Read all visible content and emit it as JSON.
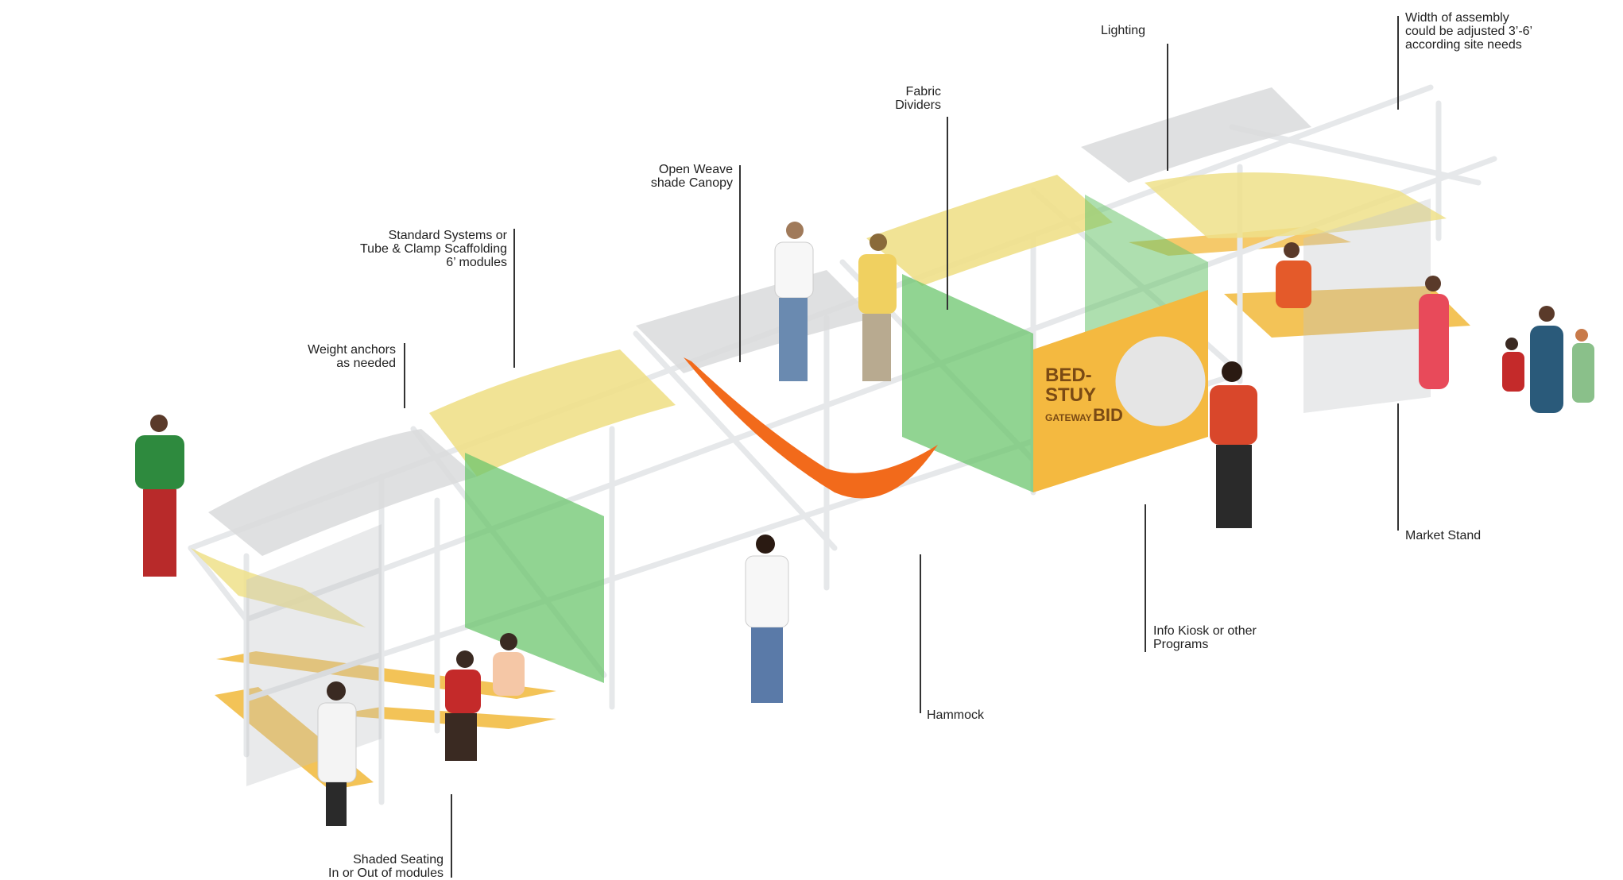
{
  "annotations": [
    {
      "id": "lighting",
      "lines": [
        "Lighting"
      ]
    },
    {
      "id": "width",
      "lines": [
        "Width of assembly",
        "could be adjusted 3’-6’",
        "according site needs"
      ]
    },
    {
      "id": "fabric-dividers",
      "lines": [
        "Fabric",
        "Dividers"
      ]
    },
    {
      "id": "canopy",
      "lines": [
        "Open Weave",
        "shade Canopy"
      ]
    },
    {
      "id": "scaffolding",
      "lines": [
        "Standard Systems or",
        "Tube & Clamp Scaffolding",
        "6’ modules"
      ]
    },
    {
      "id": "weight-anchors",
      "lines": [
        "Weight anchors",
        "as needed"
      ]
    },
    {
      "id": "hammock",
      "lines": [
        "Hammock"
      ]
    },
    {
      "id": "info-kiosk",
      "lines": [
        "Info Kiosk or other",
        "Programs"
      ]
    },
    {
      "id": "market-stand",
      "lines": [
        "Market Stand"
      ]
    },
    {
      "id": "shaded-seating",
      "lines": [
        "Shaded Seating",
        "In or Out of modules"
      ]
    }
  ],
  "kiosk_sign": {
    "line1": "BED-",
    "line2": "STUY",
    "line3": "GATEWAY",
    "line4": "BID"
  },
  "colors": {
    "canopy_gray": "#d9dadc",
    "canopy_yellow": "#efe08a",
    "divider_green": "#6cc56e",
    "plank_orange": "#f2bc45",
    "hammock_orange": "#f26a1b",
    "kiosk_orange": "#f4b940",
    "pipe": "#eef0f2"
  }
}
